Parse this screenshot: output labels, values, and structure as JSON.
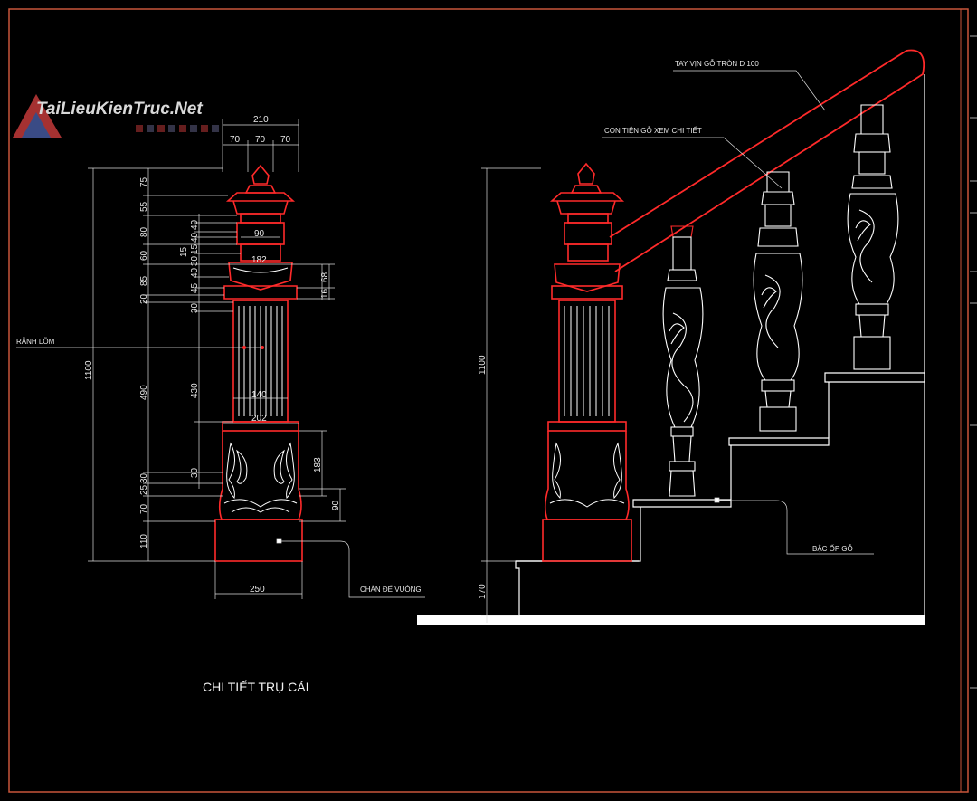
{
  "watermark": {
    "text": "TaiLieuKienTruc.Net"
  },
  "colors": {
    "background": "#000000",
    "outline": "#ff2a2a",
    "detail": "#ffffff",
    "dimension": "#ffffff",
    "frame": "#c8553a"
  },
  "labels": {
    "handrail": "TAY VỊN GỖ TRÒN D 100",
    "baluster": "CON TIỆN GỖ XEM CHI TIẾT",
    "groove": "RÃNH LÕM",
    "square_base": "CHÂN ĐẾ VUÔNG",
    "step_cover": "BẬC ỐP GỖ",
    "title": "CHI TIẾT TRỤ CÁI"
  },
  "dimensions": {
    "top": {
      "total": "210",
      "a": "70",
      "b": "70",
      "c": "70"
    },
    "widths": {
      "w90": "90",
      "w182": "182",
      "w140": "140",
      "w202": "202",
      "w250": "250"
    },
    "overall": "1100",
    "outer": {
      "d75": "75",
      "d55": "55",
      "d80": "80",
      "d60": "60",
      "d85": "85",
      "d20": "20",
      "d490": "490",
      "d30a": "30",
      "d25": "25",
      "d70": "70",
      "d110": "110"
    },
    "inner": {
      "d40": "40",
      "d15a": "15",
      "d40b": "40",
      "d15b": "15",
      "d30b": "30",
      "d40c": "40",
      "d45": "45",
      "d30c": "30",
      "d430": "430",
      "d30d": "30"
    },
    "right": {
      "d68": "68",
      "d16": "16",
      "d183": "183",
      "d90": "90"
    },
    "elevation": {
      "height": "1100",
      "step": "170"
    }
  }
}
